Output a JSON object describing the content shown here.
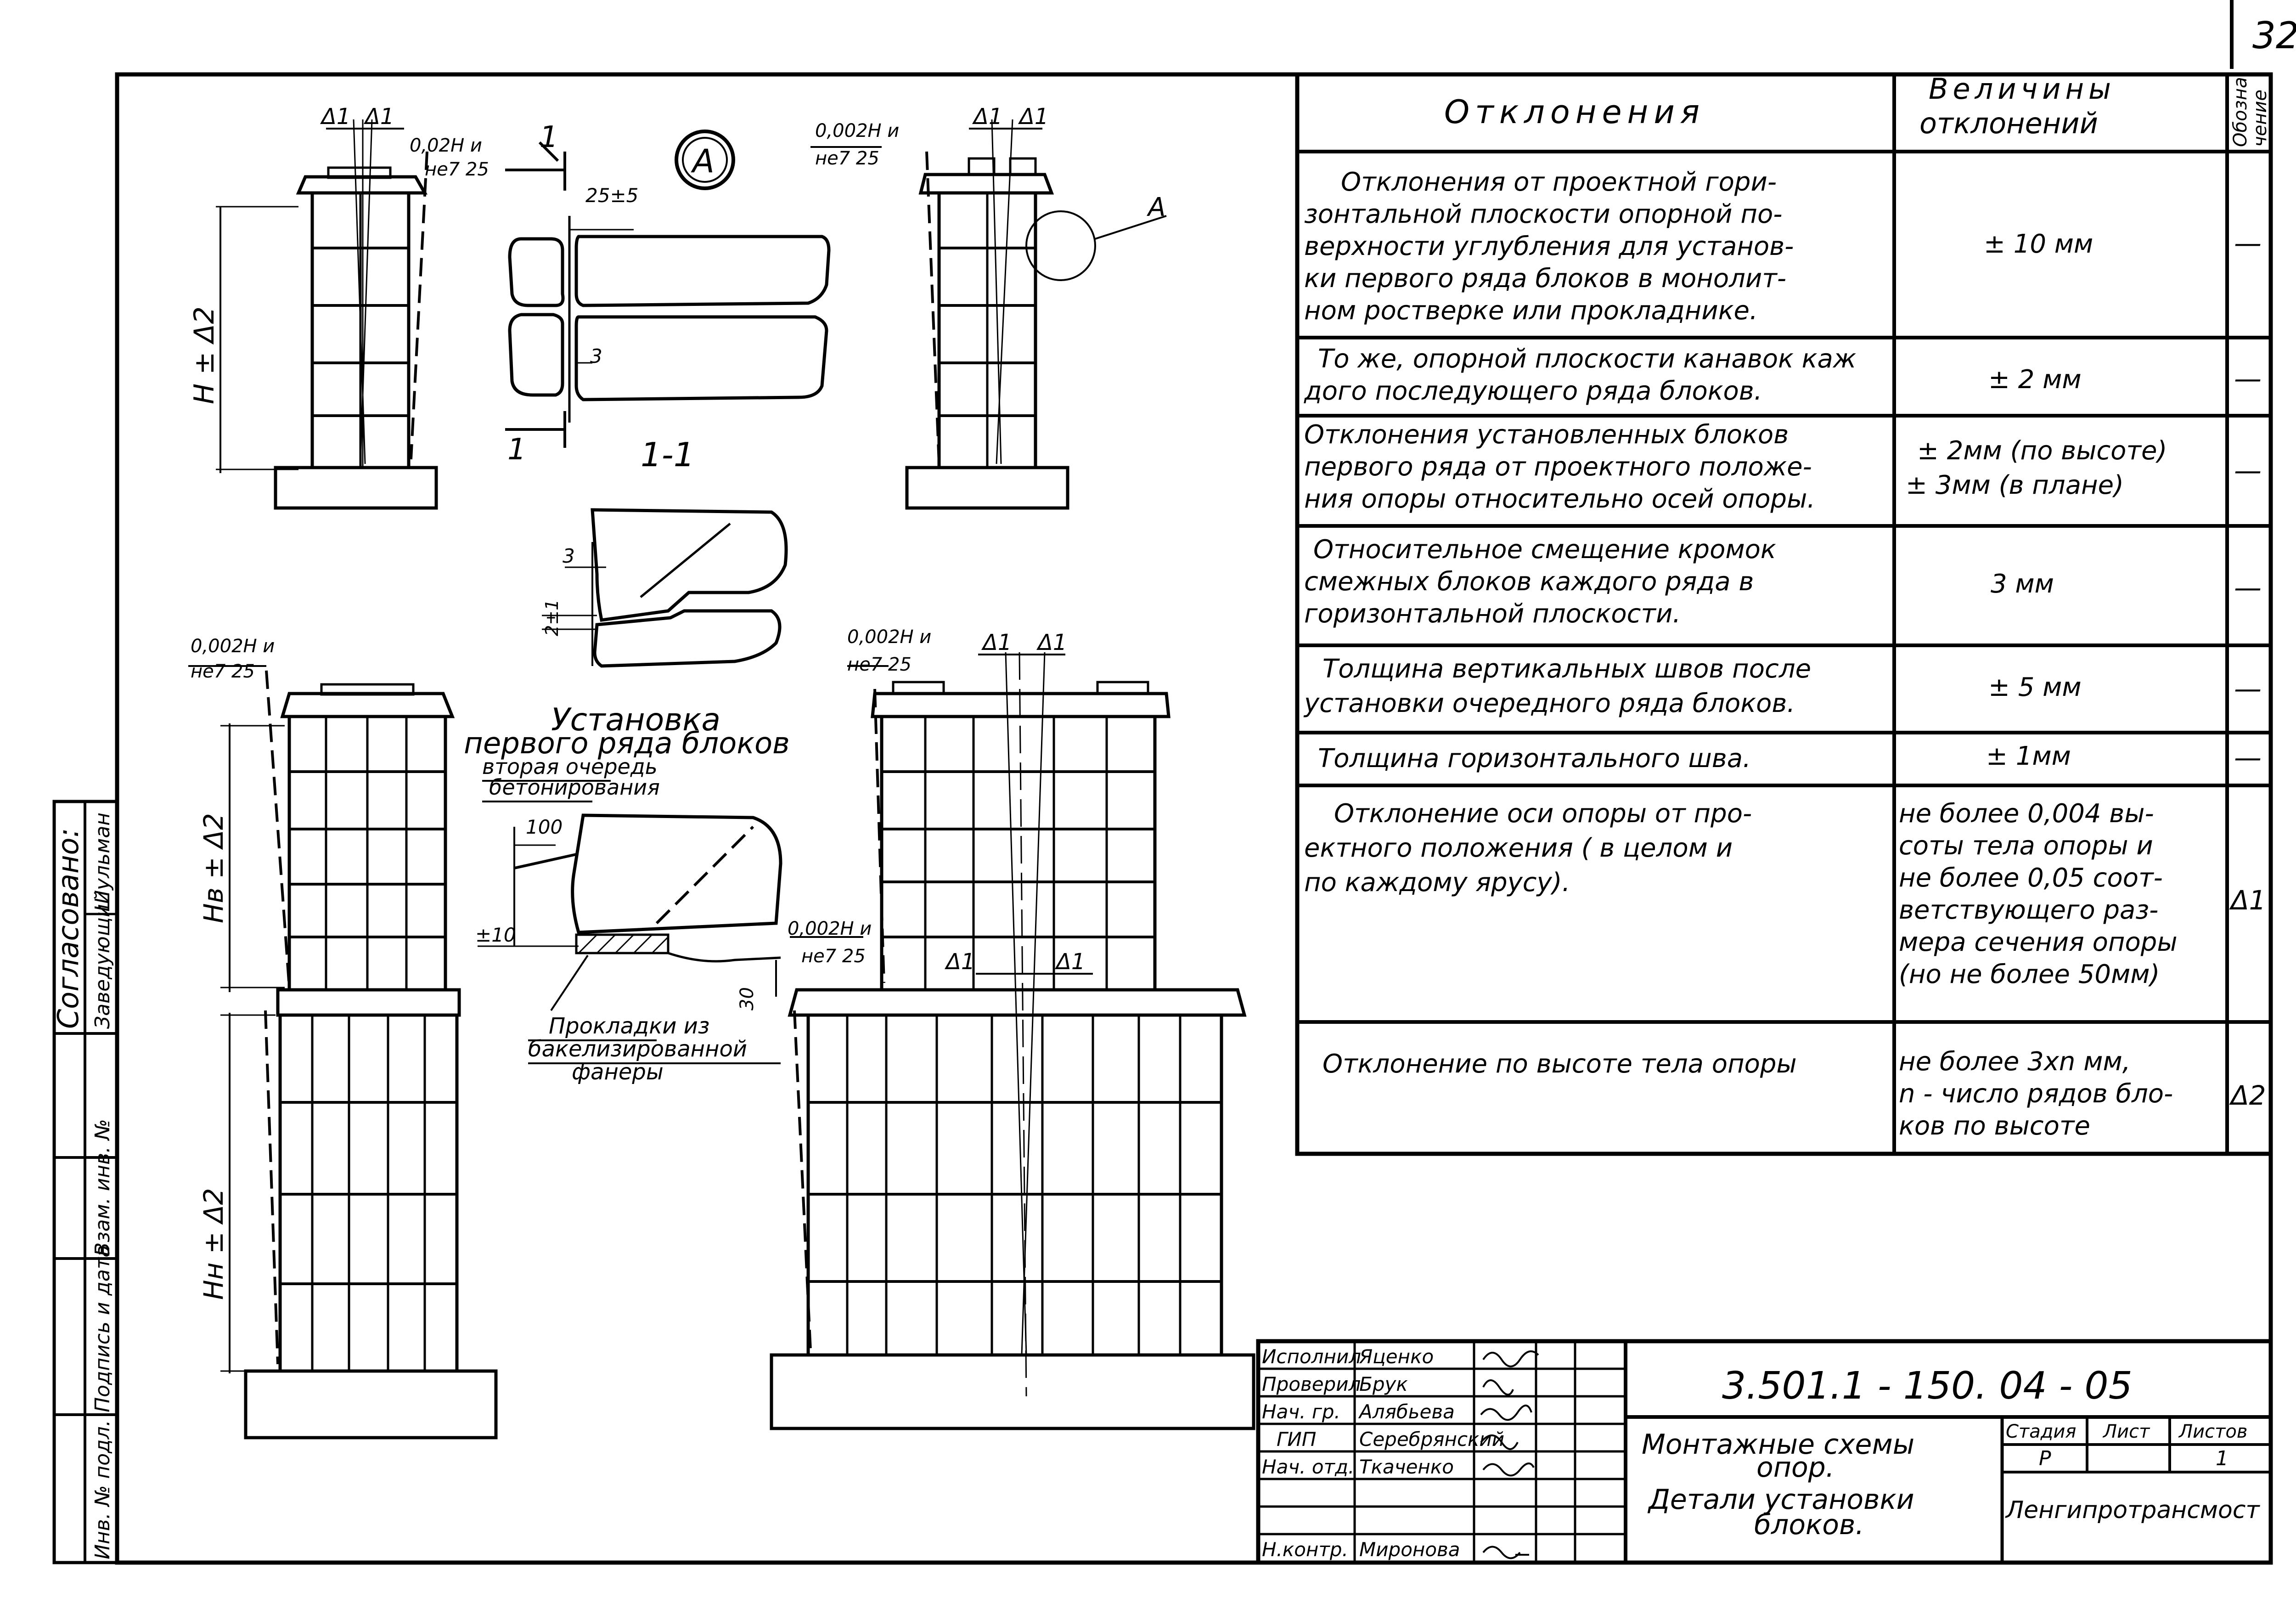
{
  "sheet": {
    "page_number": "32"
  },
  "drawing": {
    "section_marker": "А",
    "section_label": "1-1",
    "cut_mark": "1",
    "detail_marker": "А",
    "delta1": "Δ1",
    "delta2": "Δ2",
    "dim_0002_a": "0,02Н и",
    "dim_0002_b": "0,002Н и",
    "dim_0002_c": "0,002Н и",
    "dim_0002_d": "0,002Н и",
    "dim_ne25": "не7 25",
    "dim_25_5": "25±5",
    "dim_3": "3",
    "dim_2_1": "2±1",
    "dim_100": "100",
    "dim_10": "±10",
    "dim_30": "30",
    "h_total": "Н ± Δ2",
    "h_top": "Нв ± Δ2",
    "h_bottom": "Нн ± Δ2",
    "install_title_1": "Установка",
    "install_title_2": "первого ряда блоков",
    "second_stage_1": "вторая очередь",
    "second_stage_2": "бетонирования",
    "pads_1": "Прокладки из",
    "pads_2": "бакелизированной",
    "pads_3": "фанеры"
  },
  "side_stamp": {
    "agreed": "Согласовано:",
    "zav_label": "Заведующий",
    "zav_name": "Шульман",
    "inv_orig": "Инв. № подл.",
    "sign_date": "Подпись и дата",
    "vzam_inv": "Взам. инв. №"
  },
  "table": {
    "headers": {
      "deviation": "Отклонения",
      "value": "Величины отклонений",
      "designation": "Обозна чение"
    },
    "rows": [
      {
        "deviation": [
          "Отклонения от проектной гори-",
          "зонтальной плоскости опорной по-",
          "верхности углубления для установ-",
          "ки первого ряда блоков в монолит-",
          "ном ростверке или прокладнике."
        ],
        "value": [
          "± 10 мм"
        ],
        "designation": "—"
      },
      {
        "deviation": [
          "То же, опорной плоскости канавок каж",
          "дого последующего ряда блоков."
        ],
        "value": [
          "± 2 мм"
        ],
        "designation": "—"
      },
      {
        "deviation": [
          "Отклонения установленных блоков",
          "первого ряда от проектного положе-",
          "ния опоры относительно осей опоры."
        ],
        "value": [
          "± 2мм (по высоте)",
          "± 3мм (в плане)"
        ],
        "designation": "—"
      },
      {
        "deviation": [
          "Относительное смещение кромок",
          "смежных блоков каждого ряда в",
          "горизонтальной плоскости."
        ],
        "value": [
          "3 мм"
        ],
        "designation": "—"
      },
      {
        "deviation": [
          "Толщина вертикальных швов после",
          "установки очередного ряда блоков."
        ],
        "value": [
          "± 5 мм"
        ],
        "designation": "—"
      },
      {
        "deviation": [
          "Толщина горизонтального шва."
        ],
        "value": [
          "± 1мм"
        ],
        "designation": "—"
      },
      {
        "deviation": [
          "Отклонение оси опоры от про-",
          "ектного положения ( в целом и",
          "по каждому ярусу)."
        ],
        "value": [
          "не более 0,004 вы-",
          "соты тела опоры и",
          "не более 0,05 соот-",
          "ветствующего раз-",
          "мера сечения опоры",
          "(но не более 50мм)"
        ],
        "designation": "Δ1"
      },
      {
        "deviation": [
          "Отклонение по высоте тела опоры"
        ],
        "value": [
          "не более 3хn мм,",
          "n - число рядов бло-",
          "ков по высоте"
        ],
        "designation": "Δ2"
      }
    ]
  },
  "title_block": {
    "doc_number": "3.501.1 - 150. 04 - 05",
    "title": [
      "Монтажные схемы",
      "опор.",
      "Детали установки",
      "блоков."
    ],
    "stage_label": "Стадия",
    "sheet_label": "Лист",
    "sheets_label": "Листов",
    "stage": "Р",
    "sheets": "1",
    "organization": "Ленгипротрансмост",
    "roles": [
      {
        "role": "Исполнил",
        "name": "Яценко"
      },
      {
        "role": "Проверил",
        "name": "Брук"
      },
      {
        "role": "Нач. гр.",
        "name": "Алябьева"
      },
      {
        "role": "ГИП",
        "name": "Серебрянский"
      },
      {
        "role": "Нач. отд.",
        "name": "Ткаченко"
      },
      {
        "role": "",
        "name": ""
      },
      {
        "role": "",
        "name": ""
      },
      {
        "role": "Н.контр.",
        "name": "Миронова"
      }
    ]
  }
}
